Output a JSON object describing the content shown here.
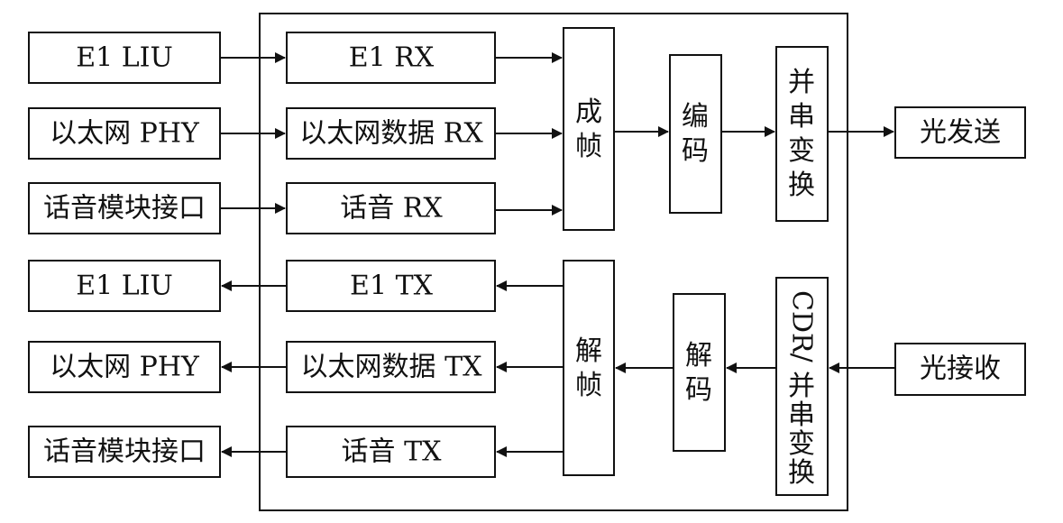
{
  "left_inputs": [
    "E1 LIU",
    "以太网 PHY",
    "话音模块接口"
  ],
  "left_outputs": [
    "E1 LIU",
    "以太网 PHY",
    "话音模块接口"
  ],
  "rx_blocks": [
    "E1 RX",
    "以太网数据 RX",
    "话音 RX"
  ],
  "tx_blocks": [
    "E1 TX",
    "以太网数据 TX",
    "话音 TX"
  ],
  "framing": "成帧",
  "deframing": "解帧",
  "encoding": "编码",
  "decoding": "解码",
  "parallel_serial": "并串变换",
  "cdr_parallel_serial": [
    "CDR/",
    "并",
    "串",
    "变",
    "换"
  ],
  "optical_send": "光发送",
  "optical_receive": "光接收"
}
